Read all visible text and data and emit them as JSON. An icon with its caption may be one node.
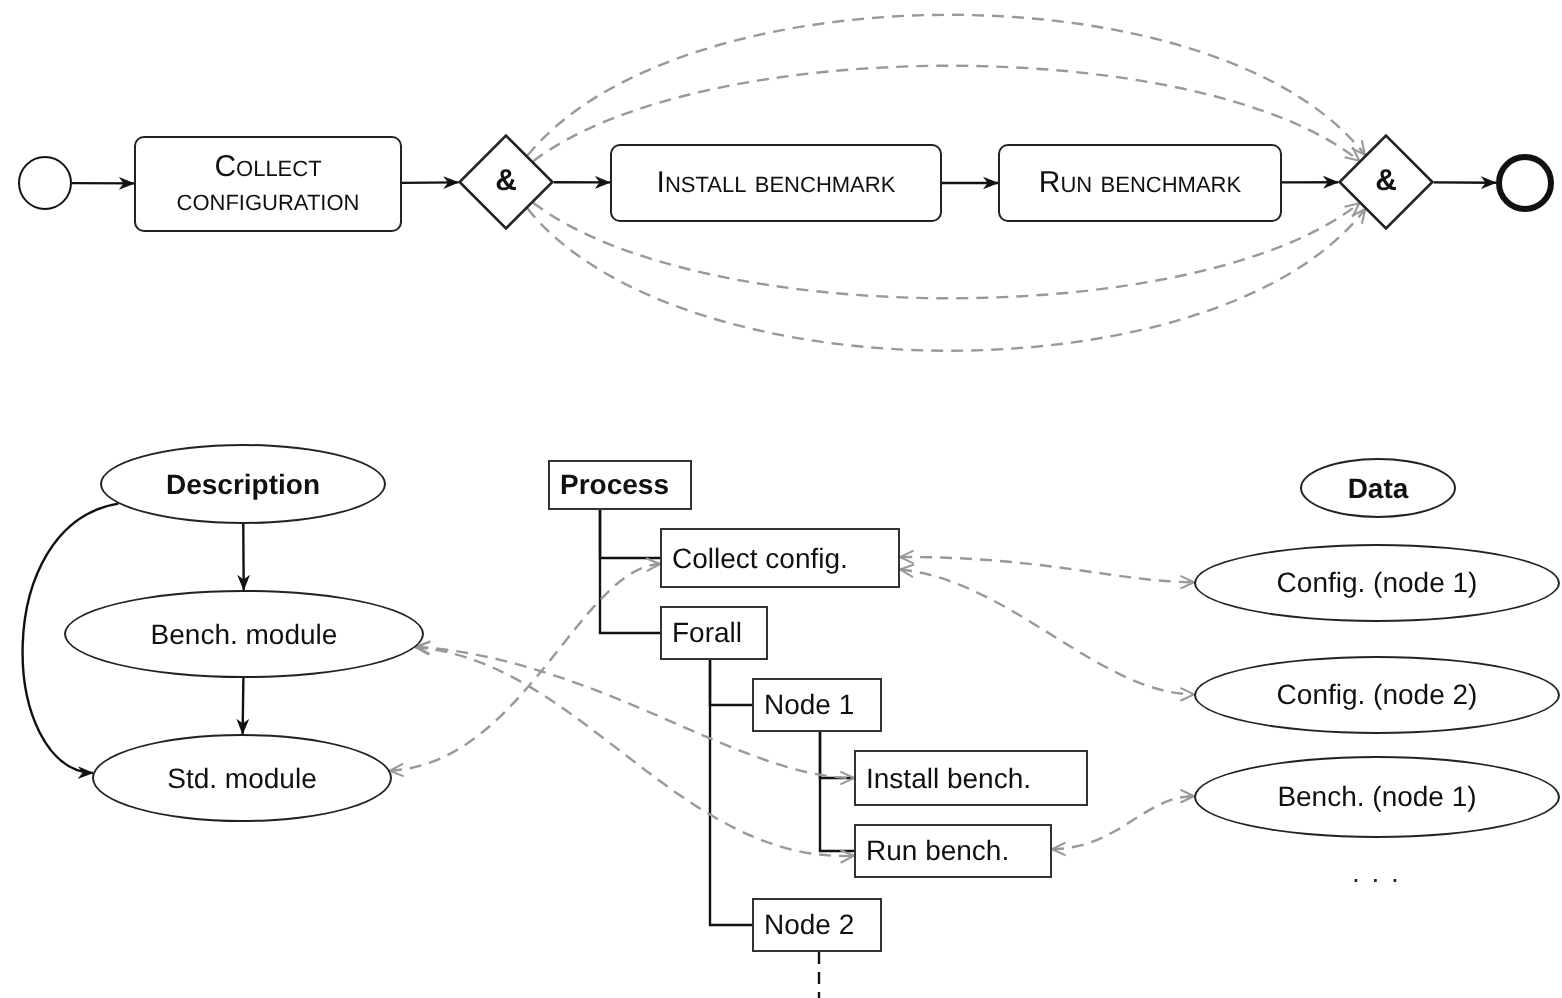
{
  "diagram": {
    "nodes": [
      {
        "text": [],
        "shape": "circle"
      },
      {
        "text": [
          "Collect configuration"
        ]
      },
      {
        "text": [
          "&"
        ]
      },
      {
        "text": [
          "Install benchmark"
        ]
      },
      {
        "text": [
          "Run benchmark"
        ]
      },
      {
        "text": [
          "&"
        ]
      },
      {
        "text": [],
        "shape": "circle"
      },
      {
        "text": [
          "Description"
        ]
      },
      {
        "text": [
          "Bench. module"
        ]
      },
      {
        "text": [
          "Std. module"
        ]
      },
      {
        "text": [
          "Process"
        ]
      },
      {
        "text": [
          "Collect config."
        ]
      },
      {
        "text": [
          "Forall"
        ]
      },
      {
        "text": [
          "Node 1"
        ]
      },
      {
        "text": [
          "Install bench."
        ]
      },
      {
        "text": [
          "Run bench."
        ]
      },
      {
        "text": [
          "Node 2"
        ]
      },
      {
        "text": [
          "Data"
        ]
      },
      {
        "text": [
          "Config. (node 1)"
        ]
      },
      {
        "text": [
          "Config. (node 2)"
        ]
      },
      {
        "text": [
          "Bench. (node 1)"
        ]
      }
    ],
    "edges": [
      {
        "from": 0,
        "to": 1,
        "arrow": "to"
      },
      {
        "from": 1,
        "to": 2,
        "arrow": "to"
      },
      {
        "from": 2,
        "to": 3,
        "arrow": "to"
      },
      {
        "from": 3,
        "to": 4,
        "arrow": "to"
      },
      {
        "from": 4,
        "to": 5,
        "arrow": "to"
      },
      {
        "from": 5,
        "to": 6,
        "arrow": "to"
      },
      {
        "from": 2,
        "to": 5,
        "arrow": "to",
        "style": "dashed",
        "color": "#999999"
      },
      {
        "from": 2,
        "to": 5,
        "arrow": "to",
        "style": "dashed",
        "color": "#999999"
      },
      {
        "from": 2,
        "to": 5,
        "arrow": "to",
        "style": "dashed",
        "color": "#999999"
      },
      {
        "from": 2,
        "to": 5,
        "arrow": "to",
        "style": "dashed",
        "color": "#999999"
      },
      {
        "from": 7,
        "to": 8,
        "arrow": "to"
      },
      {
        "from": 8,
        "to": 9,
        "arrow": "to"
      },
      {
        "from": 7,
        "to": 9,
        "arrow": "to"
      },
      {
        "from": 10,
        "to": 11,
        "arrow": "none"
      },
      {
        "from": 10,
        "to": 12,
        "arrow": "none"
      },
      {
        "from": 12,
        "to": 13,
        "arrow": "none"
      },
      {
        "from": 13,
        "to": 14,
        "arrow": "none"
      },
      {
        "from": 13,
        "to": 15,
        "arrow": "none"
      },
      {
        "from": 12,
        "to": 16,
        "arrow": "none"
      },
      {
        "from": 16,
        "to": null,
        "arrow": "none",
        "style": "dashed"
      },
      {
        "from": 9,
        "to": 11,
        "arrow": "both",
        "style": "dashed",
        "color": "#999999"
      },
      {
        "from": 8,
        "to": 14,
        "arrow": "both",
        "style": "dashed",
        "color": "#999999"
      },
      {
        "from": 8,
        "to": 15,
        "arrow": "both",
        "style": "dashed",
        "color": "#999999"
      },
      {
        "from": 11,
        "to": 18,
        "arrow": "both",
        "style": "dashed",
        "color": "#999999"
      },
      {
        "from": 11,
        "to": 19,
        "arrow": "both",
        "style": "dashed",
        "color": "#999999"
      },
      {
        "from": 15,
        "to": 20,
        "arrow": "both",
        "style": "dashed",
        "color": "#999999"
      }
    ],
    "labels": [
      ". . ."
    ]
  }
}
